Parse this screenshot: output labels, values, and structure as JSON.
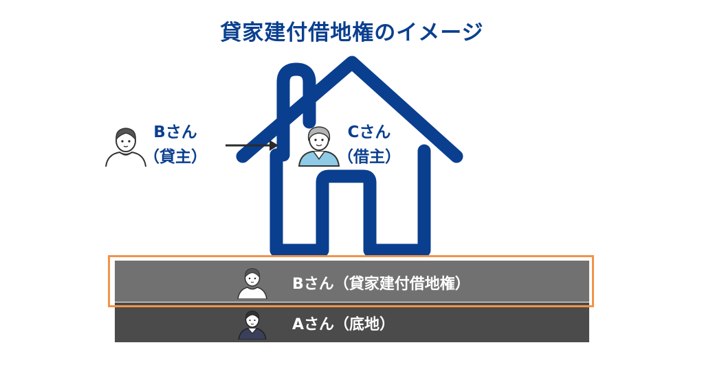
{
  "title": "貸家建付借地権のイメージ",
  "landlord": {
    "name": "Bさん",
    "role": "（貸主）"
  },
  "tenant": {
    "name": "Cさん",
    "role": "（借主）"
  },
  "layers": {
    "leasehold": {
      "label": "Bさん（貸家建付借地権）"
    },
    "land": {
      "label": "Aさん（底地）"
    }
  },
  "colors": {
    "title": "#0a3f8f",
    "house_outline": "#0a3f8f",
    "leasehold_layer": "#717171",
    "land_layer": "#4b4b4b",
    "highlight_border": "#f2934a"
  },
  "icons": {
    "landlord": "person-icon",
    "tenant": "elderly-person-icon",
    "arrow": "arrow-right-icon",
    "house": "house-icon"
  }
}
